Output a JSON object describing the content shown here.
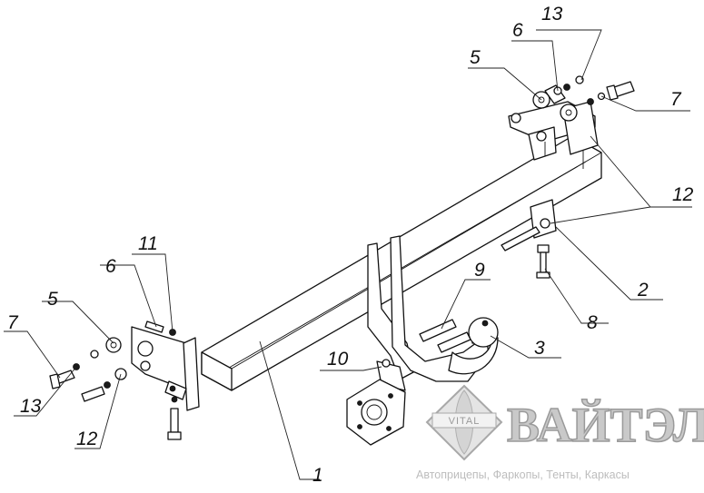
{
  "callouts": {
    "c1": "1",
    "c2": "2",
    "c3": "3",
    "c5_right": "5",
    "c5_left": "5",
    "c6_right": "6",
    "c6_left": "6",
    "c7_right": "7",
    "c7_left": "7",
    "c8": "8",
    "c9": "9",
    "c10": "10",
    "c11": "11",
    "c12_right": "12",
    "c12_left": "12",
    "c13_right": "13",
    "c13_left": "13"
  },
  "watermark": {
    "badge": "VITAL",
    "brand": "ВАЙТЭЛ",
    "tagline": "Автоприцепы, Фаркопы, Тенты, Каркасы"
  },
  "colors": {
    "line": "#111111",
    "watermark": "#c9c9c9"
  }
}
